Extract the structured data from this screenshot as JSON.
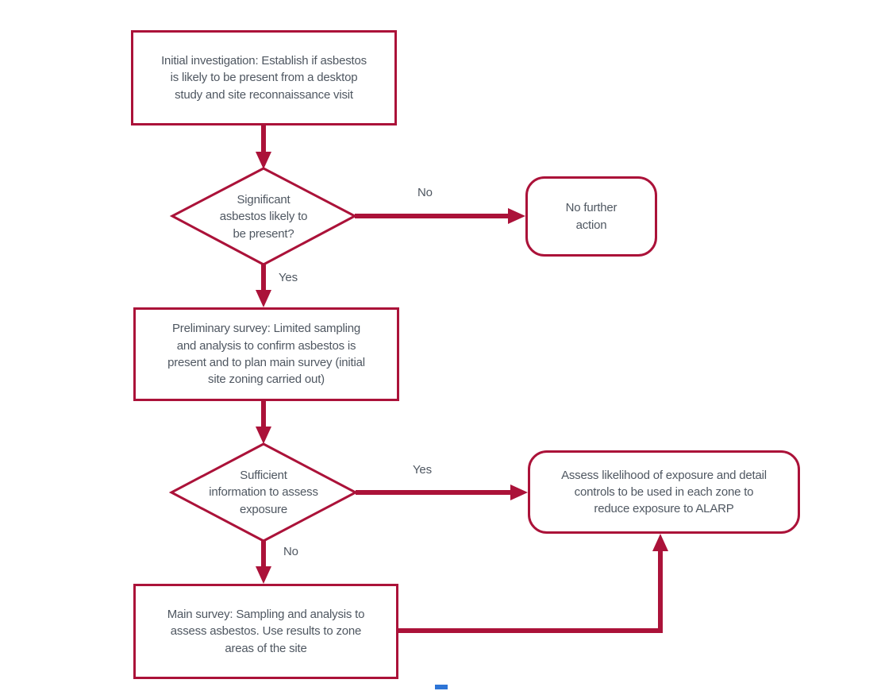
{
  "diagram": {
    "description": "Asbestos site investigation decision flowchart",
    "colors": {
      "line_red": "#ab1239",
      "node_text_gray": "#4f5761",
      "background": "#ffffff",
      "blue_marker": "#2e75d6"
    },
    "nodes": {
      "initial": {
        "text": "Initial investigation: Establish if asbestos\nis likely to be present from a desktop\nstudy and site reconnaissance visit"
      },
      "decision1": {
        "text": "Significant\nasbestos likely to\nbe present?"
      },
      "no_action": {
        "text": "No further\naction"
      },
      "preliminary": {
        "text": "Preliminary survey: Limited sampling\nand analysis to confirm asbestos is\npresent and to plan main survey (initial\nsite zoning carried out)"
      },
      "decision2": {
        "text": "Sufficient\ninformation to assess\nexposure"
      },
      "assess": {
        "text": "Assess likelihood of exposure and detail\ncontrols to be used in each zone to\nreduce exposure to ALARP"
      },
      "main_survey": {
        "text": "Main survey: Sampling and analysis to\nassess asbestos. Use results to zone\nareas of the site"
      }
    },
    "edge_labels": {
      "decision1_no": "No",
      "decision1_yes": "Yes",
      "decision2_yes": "Yes",
      "decision2_no": "No"
    }
  }
}
